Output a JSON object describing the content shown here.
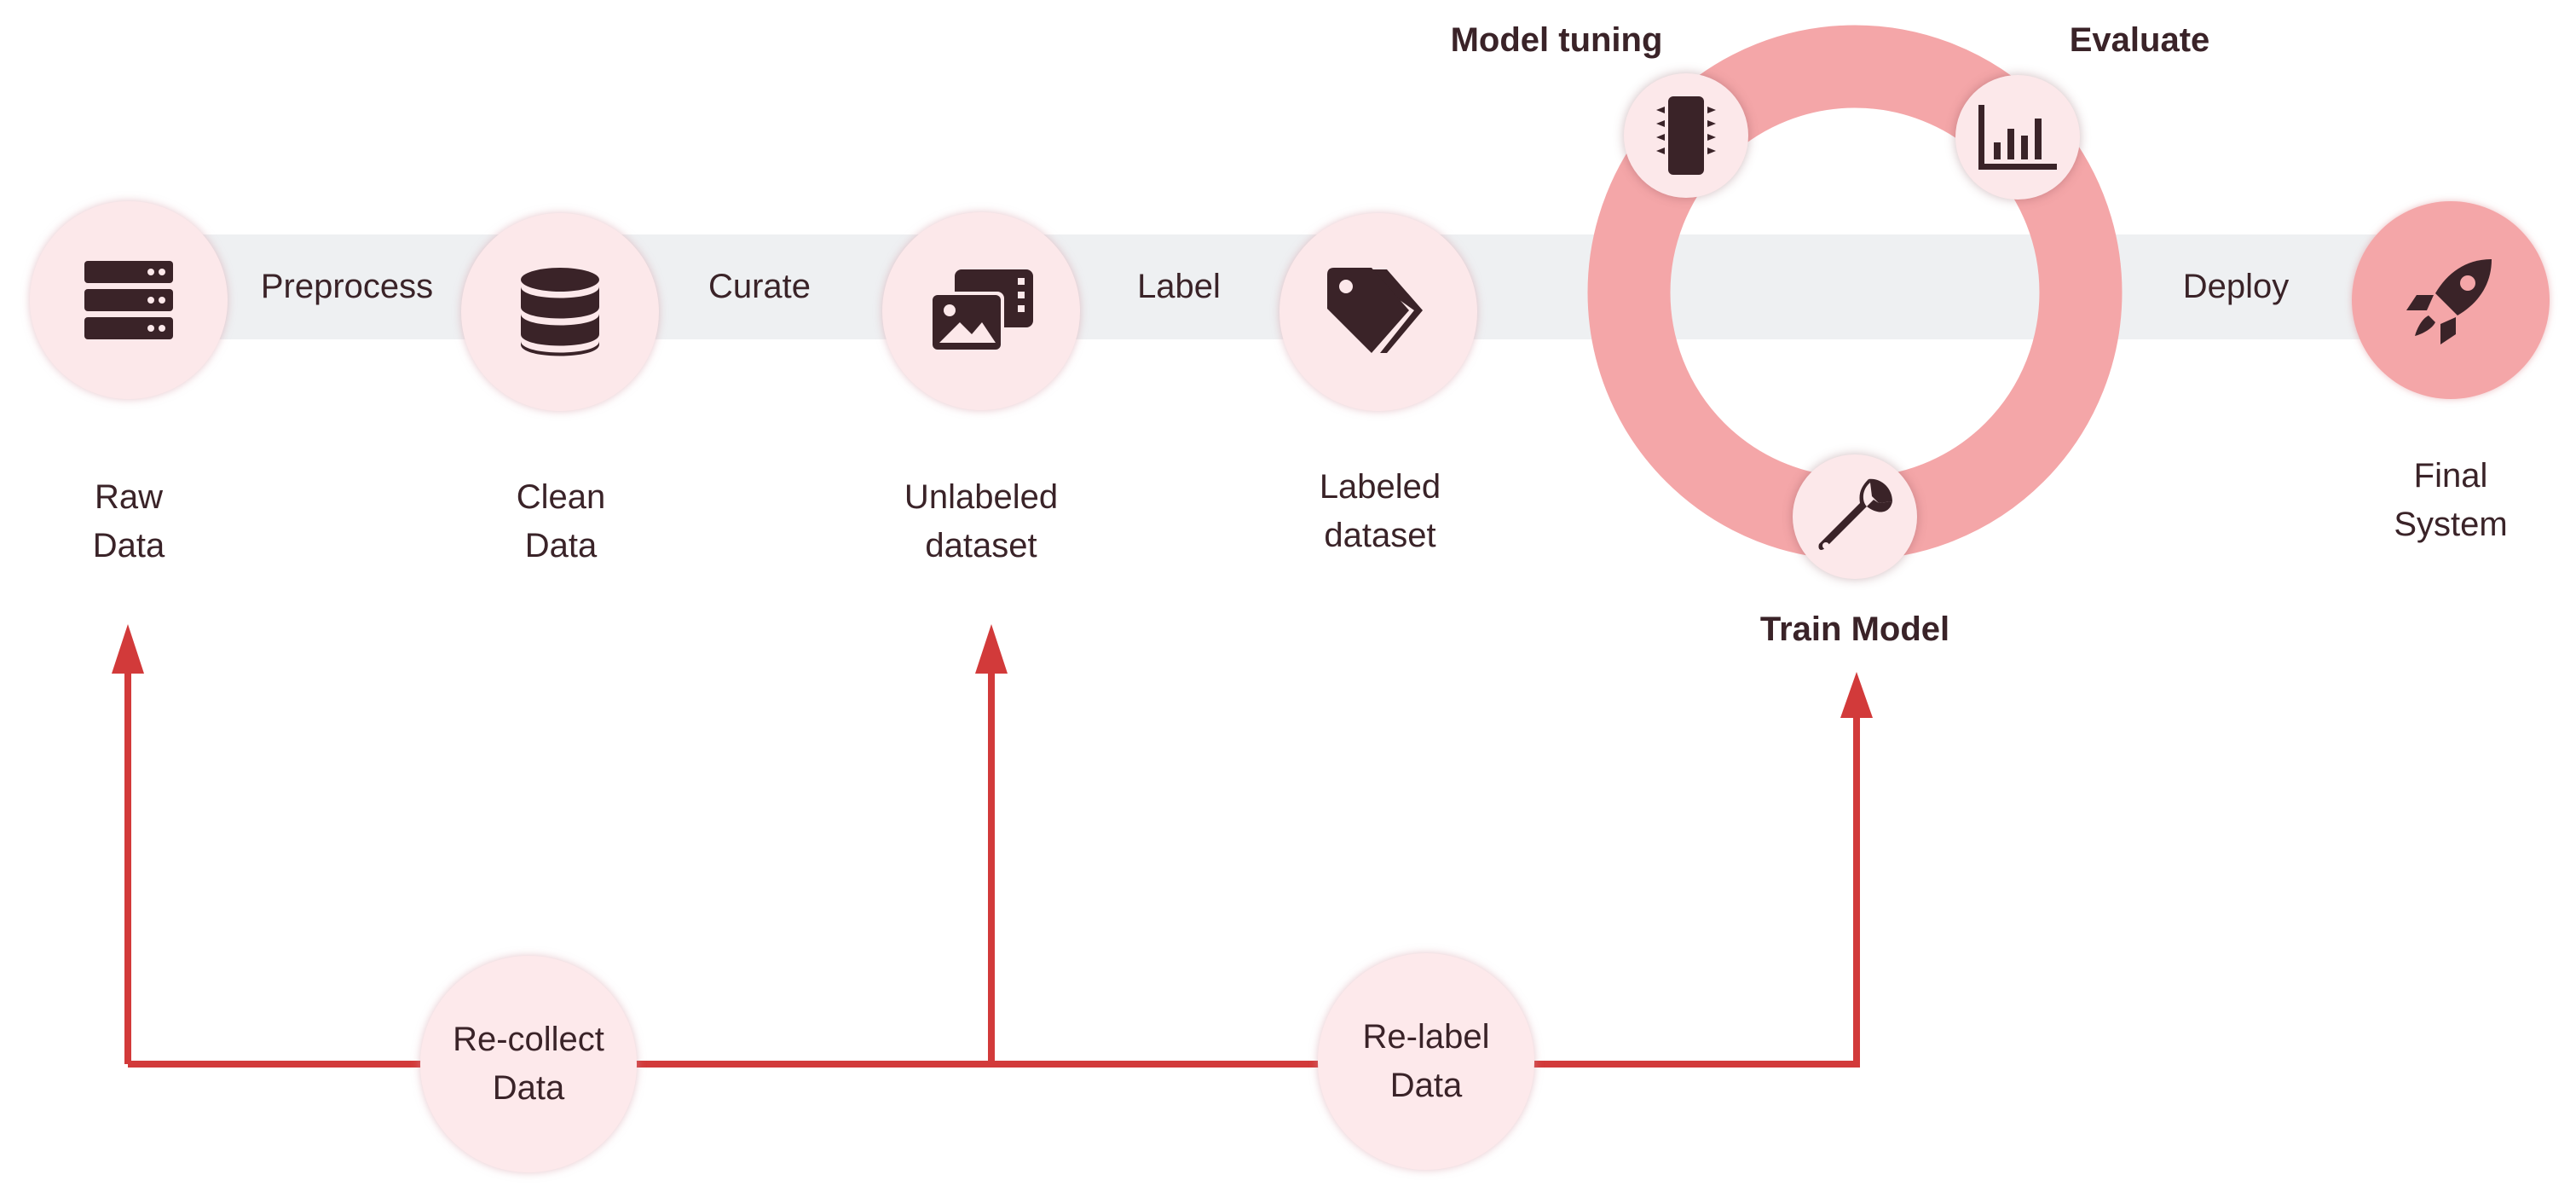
{
  "pipeline": {
    "steps": [
      {
        "label": "Preprocess"
      },
      {
        "label": "Curate"
      },
      {
        "label": "Label"
      },
      {
        "label": "Deploy"
      }
    ],
    "nodes": [
      {
        "label_line1": "Raw",
        "label_line2": "Data",
        "icon": "server-icon"
      },
      {
        "label_line1": "Clean",
        "label_line2": "Data",
        "icon": "database-icon"
      },
      {
        "label_line1": "Unlabeled",
        "label_line2": "dataset",
        "icon": "images-icon"
      },
      {
        "label_line1": "Labeled",
        "label_line2": "dataset",
        "icon": "tags-icon"
      },
      {
        "label_line1": "Final",
        "label_line2": "System",
        "icon": "rocket-icon"
      }
    ]
  },
  "training_loop": {
    "tuning_label": "Model tuning",
    "evaluate_label": "Evaluate",
    "train_label": "Train Model",
    "icons": [
      "chip-icon",
      "bar-chart-icon",
      "wrench-icon"
    ]
  },
  "feedback": {
    "recollect": {
      "line1": "Re-collect",
      "line2": "Data"
    },
    "relabel": {
      "line1": "Re-label",
      "line2": "Data"
    }
  },
  "colors": {
    "node_fill": "#fce8ea",
    "ring": "#f4a6a8",
    "band": "#eef0f2",
    "arrow": "#d23a3a",
    "text": "#3a2328",
    "icon": "#3a2328"
  }
}
